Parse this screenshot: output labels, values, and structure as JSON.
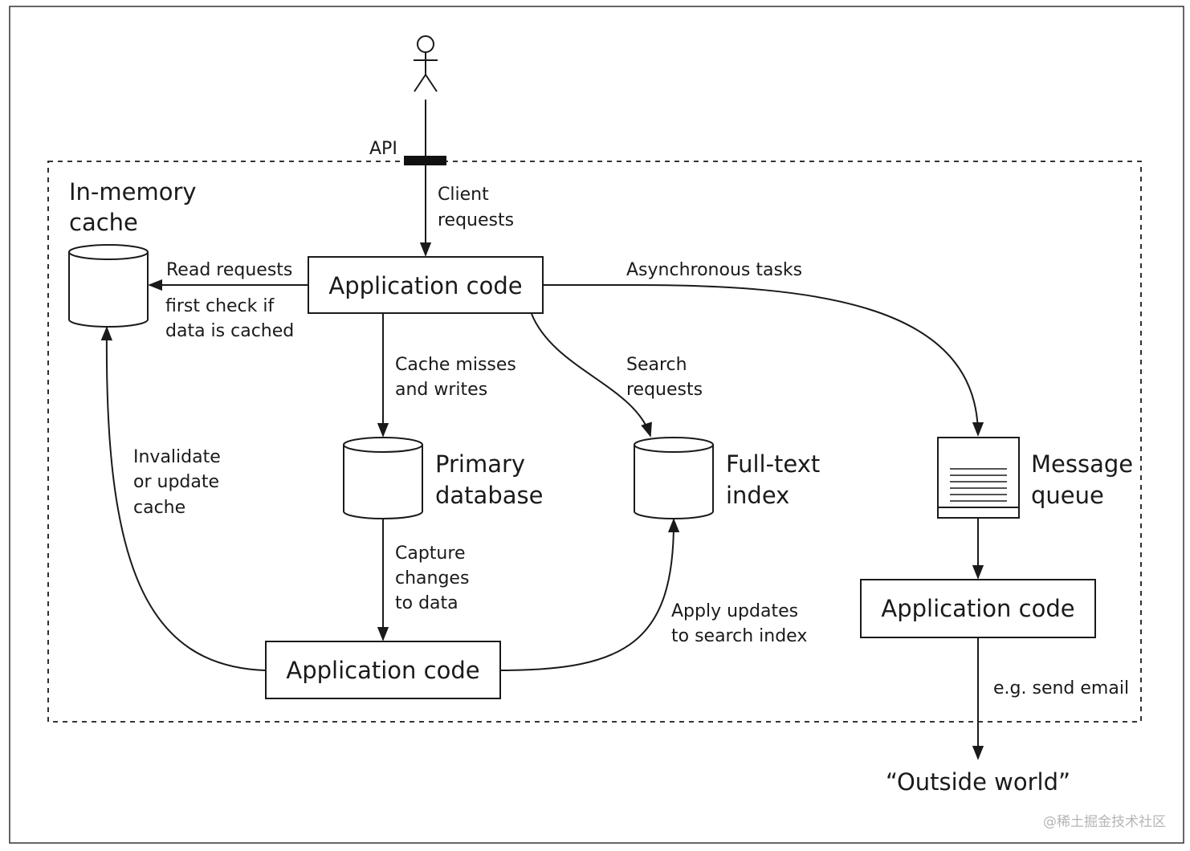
{
  "actor": {
    "api_label": "API",
    "client_requests": [
      "Client",
      "requests"
    ]
  },
  "cache": {
    "title": [
      "In-memory",
      "cache"
    ]
  },
  "app_top": {
    "label": "Application code"
  },
  "app_bottom": {
    "label": "Application code"
  },
  "app_right": {
    "label": "Application code"
  },
  "primary_db": {
    "label": [
      "Primary",
      "database"
    ]
  },
  "fulltext": {
    "label": [
      "Full-text",
      "index"
    ]
  },
  "queue": {
    "label": [
      "Message",
      "queue"
    ]
  },
  "edges": {
    "read_requests": [
      "Read requests",
      "first check if",
      "data is cached"
    ],
    "async_tasks": "Asynchronous tasks",
    "cache_misses": [
      "Cache misses",
      "and writes"
    ],
    "search_requests": [
      "Search",
      "requests"
    ],
    "invalidate": [
      "Invalidate",
      "or update",
      "cache"
    ],
    "capture": [
      "Capture",
      "changes",
      "to data"
    ],
    "apply_updates": [
      "Apply updates",
      "to search index"
    ],
    "send_email": "e.g. send email"
  },
  "outside_world": "“Outside world”",
  "watermark": "@稀土掘金技术社区"
}
